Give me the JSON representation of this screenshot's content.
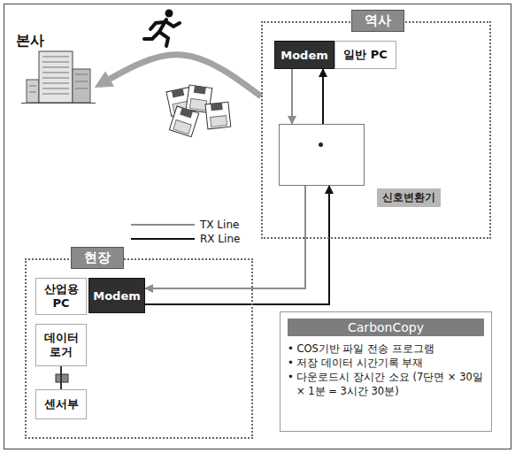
{
  "diagram": {
    "nodes": [
      {
        "text": [
          "본사"
        ]
      },
      {
        "text": [
          "역사"
        ]
      },
      {
        "text": [
          "Modem"
        ],
        "in": 1
      },
      {
        "text": [
          "일반 PC"
        ],
        "in": 1
      },
      {
        "text": [
          "신호변환기"
        ],
        "in": 1
      },
      {
        "text": [
          "현장"
        ]
      },
      {
        "text": [
          "산업용 PC"
        ],
        "in": 5
      },
      {
        "text": [
          "Modem"
        ],
        "in": 5
      },
      {
        "text": [
          "데이터 로거"
        ],
        "in": 5
      },
      {
        "text": [
          "센서부"
        ],
        "in": 5
      },
      {
        "text": [
          "CarbonCopy",
          "• COS기반 파일 전송 프로그램",
          "• 저장 데이터 시간기록 부재",
          "• 다운로드시 장시간 소요 (7단면 × 30일 × 1분 = 3시간 30분)"
        ]
      }
    ],
    "edges": [
      {
        "from": 1,
        "to": 0,
        "arrow": "to"
      },
      {
        "from": 2,
        "to": 4,
        "arrow": "to"
      },
      {
        "from": 4,
        "to": 2,
        "arrow": "to"
      },
      {
        "from": 4,
        "to": 7,
        "arrow": "to"
      },
      {
        "from": 7,
        "to": 4,
        "arrow": "to"
      },
      {
        "from": 8,
        "to": 9,
        "arrow": "none"
      }
    ],
    "legend": [
      {
        "text": "TX Line"
      },
      {
        "text": "RX Line"
      }
    ]
  }
}
